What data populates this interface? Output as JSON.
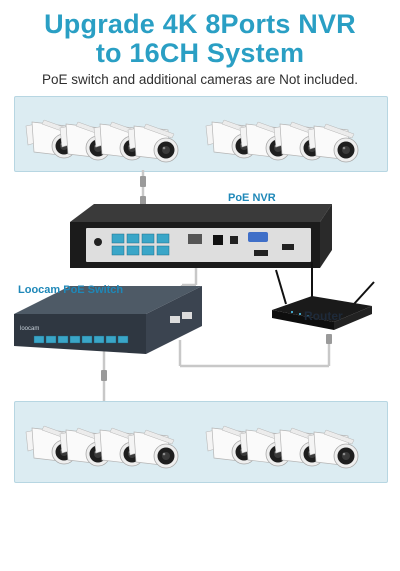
{
  "title_line1": "Upgrade 4K 8Ports NVR",
  "title_line2": "to 16CH System",
  "subtitle": "PoE switch and additional cameras are Not included.",
  "labels": {
    "nvr": "PoE NVR",
    "switch": "Loocam PoE Switch",
    "router": "Router",
    "switch_brand": "loocam"
  },
  "colors": {
    "accent": "#2a9fc4",
    "panel": "#dcecf2",
    "port": "#3aa6c8",
    "cable": "#c8c8c8"
  }
}
